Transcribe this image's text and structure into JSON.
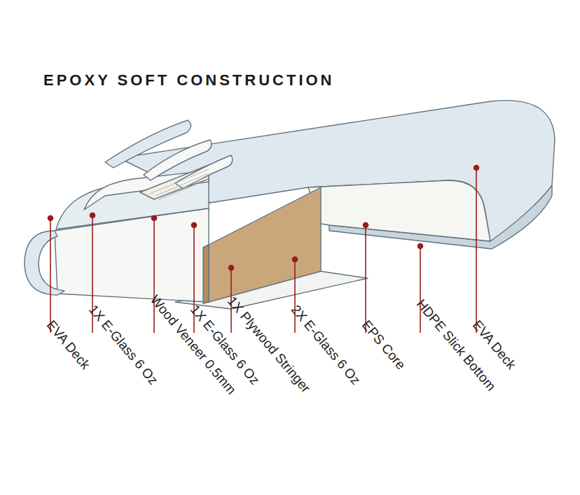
{
  "diagram": {
    "title": "EPOXY SOFT CONSTRUCTION",
    "labels": [
      "EVA Deck",
      "1X E-Glass 6 Oz",
      "Wood Veneer 0.5mm",
      "1X E-Glass 6 Oz",
      "1X Plywood Stringer",
      "2X E-Glass 6 Oz",
      "EPS Core",
      "HDPE Slick Bottom",
      "EVA Deck"
    ]
  }
}
